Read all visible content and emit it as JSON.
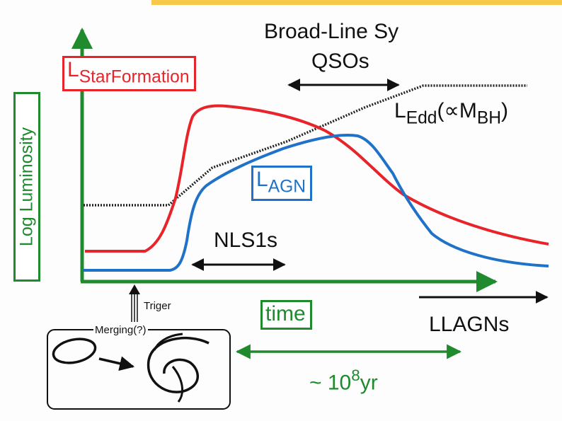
{
  "colors": {
    "axis": "#1f8a2e",
    "star_formation": "#e8232a",
    "agn": "#1f72c8",
    "eddington": "#222222",
    "text": "#111111",
    "top_bar": "#f7c84a"
  },
  "axes": {
    "y_label": "Log Luminosity",
    "x_label": "time"
  },
  "curves": {
    "star_formation": {
      "prefix": "L",
      "sub": "StarFormation"
    },
    "agn": {
      "prefix": "L",
      "sub": "AGN"
    },
    "eddington": {
      "prefix": "L",
      "sub": "Edd",
      "mid": "(∝M",
      "sub2": "BH",
      "close": ")"
    }
  },
  "phases": {
    "broad_line_1": "Broad-Line Sy",
    "broad_line_2": "QSOs",
    "nls1": "NLS1s",
    "llagn": "LLAGNs"
  },
  "trigger": {
    "label": "Triger",
    "box_title": "Merging(?)"
  },
  "timescale": {
    "prefix": "~ 10",
    "exponent": "8",
    "unit": "yr"
  }
}
